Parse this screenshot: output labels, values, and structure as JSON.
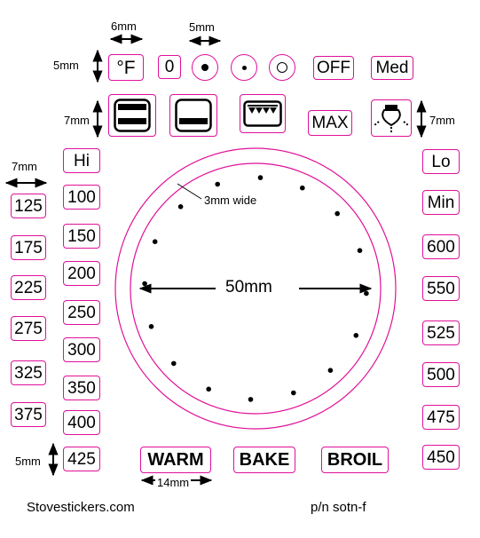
{
  "top_row": {
    "fahrenheit": "°F",
    "zero": "0",
    "off": "OFF",
    "med": "Med"
  },
  "second_row": {
    "max": "MAX"
  },
  "dimensions": {
    "six_mm": "6mm",
    "five_mm_top": "5mm",
    "five_mm_left": "5mm",
    "seven_mm_left": "7mm",
    "seven_mm_right": "7mm",
    "seven_mm_column": "7mm",
    "three_mm_wide": "3mm wide",
    "fifty_mm": "50mm",
    "five_mm_bottom": "5mm",
    "fourteen_mm": "14mm"
  },
  "left_column_outer": [
    "125",
    "175",
    "225",
    "275",
    "325",
    "375"
  ],
  "left_column_inner": [
    "Hi",
    "100",
    "150",
    "200",
    "250",
    "300",
    "350",
    "400",
    "425"
  ],
  "right_column": [
    "Lo",
    "Min",
    "600",
    "550",
    "525",
    "500",
    "475",
    "450"
  ],
  "mode_buttons": {
    "warm": "WARM",
    "bake": "BAKE",
    "broil": "BROIL"
  },
  "footer": {
    "site": "Stovestickers.com",
    "part_number": "p/n sotn-f"
  },
  "colors": {
    "outline": "#e0109a",
    "ink": "#000000"
  }
}
